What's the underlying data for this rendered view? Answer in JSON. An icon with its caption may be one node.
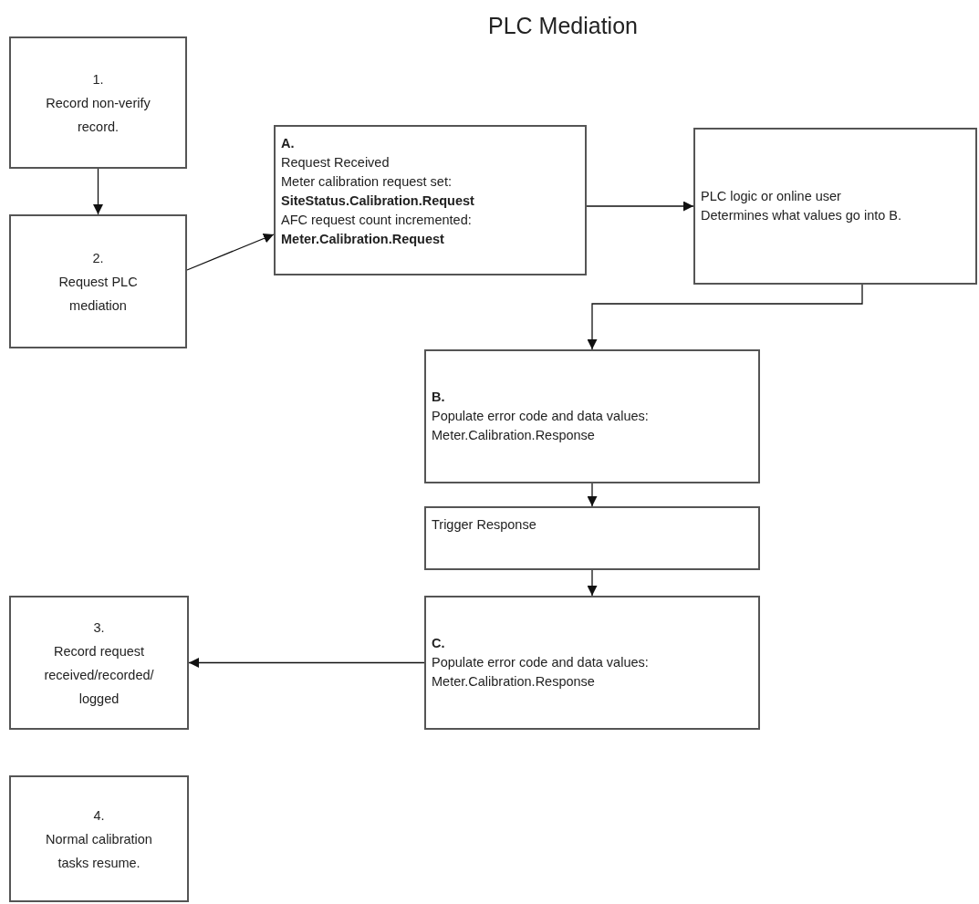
{
  "diagram": {
    "title": "PLC Mediation",
    "nodes": [
      {
        "text": [
          "1.",
          "Record non-verify record."
        ]
      },
      {
        "text": [
          "2.",
          "Request PLC mediation"
        ]
      },
      {
        "text": [
          "**A.**",
          "Request Received",
          "Meter calibration request set:",
          "**SiteStatus.Calibration.Request**",
          "AFC request count incremented:",
          "**Meter.Calibration.Request**"
        ]
      },
      {
        "text": [
          "PLC logic or online user",
          "Determines what values go into B."
        ]
      },
      {
        "text": [
          "**B.**",
          "Populate error code and data values:",
          "Meter.Calibration.Response"
        ]
      },
      {
        "text": [
          "Trigger Response"
        ]
      },
      {
        "text": [
          "**C.**",
          "Populate error code and data values:",
          "Meter.Calibration.Response"
        ]
      },
      {
        "text": [
          "3.",
          "Record request received/recorded/ logged"
        ]
      },
      {
        "text": [
          "4.",
          "Normal calibration tasks resume."
        ]
      }
    ],
    "edges": [
      {
        "from": 0,
        "to": 1,
        "arrow": "to"
      },
      {
        "from": 1,
        "to": 2,
        "arrow": "to"
      },
      {
        "from": 2,
        "to": 3,
        "arrow": "to"
      },
      {
        "from": 3,
        "to": 4,
        "arrow": "to"
      },
      {
        "from": 4,
        "to": 5,
        "arrow": "to"
      },
      {
        "from": 5,
        "to": 6,
        "arrow": "to"
      },
      {
        "from": 6,
        "to": 7,
        "arrow": "to"
      }
    ]
  }
}
